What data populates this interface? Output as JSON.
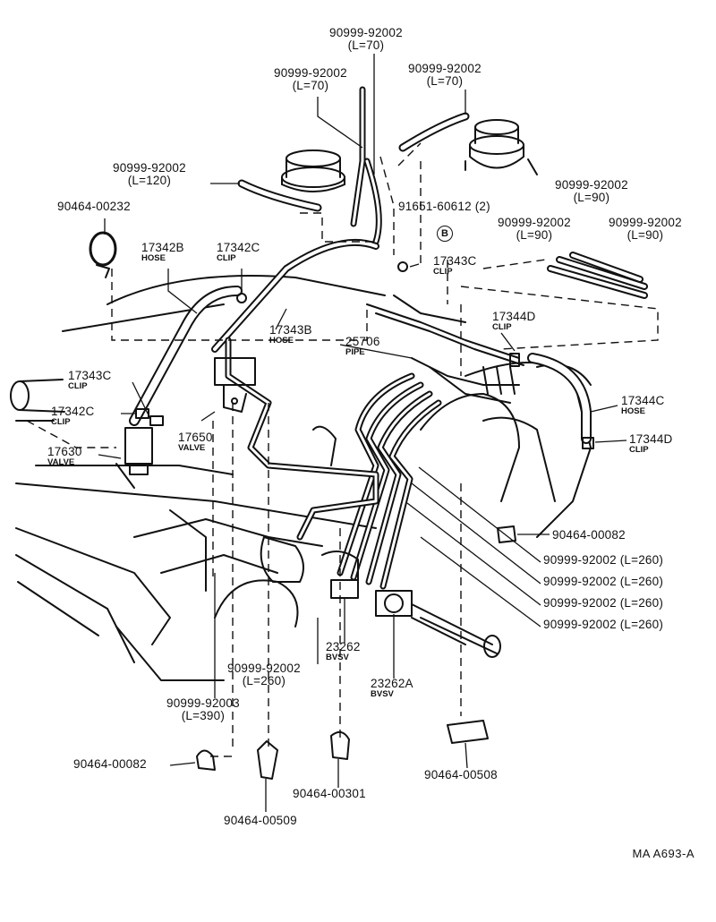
{
  "figure_code": "MA A693-A",
  "callouts": {
    "c01": {
      "part": "90999-92002",
      "spec": "(L=70)"
    },
    "c02": {
      "part": "90999-92002",
      "spec": "(L=70)"
    },
    "c03": {
      "part": "90999-92002",
      "spec": "(L=70)"
    },
    "c04": {
      "part": "90999-92002",
      "spec": "(L=120)"
    },
    "c05": {
      "part": "90464-00232"
    },
    "c06": {
      "part": "91651-60612 (2)"
    },
    "c06b": {
      "symbol": "B"
    },
    "c07": {
      "part": "90999-92002",
      "spec": "(L=90)"
    },
    "c08": {
      "part": "90999-92002",
      "spec": "(L=90)"
    },
    "c09": {
      "part": "90999-92002",
      "spec": "(L=90)"
    },
    "c10": {
      "part": "17342B",
      "name": "HOSE"
    },
    "c11": {
      "part": "17342C",
      "name": "CLIP"
    },
    "c12": {
      "part": "17343C",
      "name": "CLIP"
    },
    "c13": {
      "part": "17343B",
      "name": "HOSE"
    },
    "c14": {
      "part": "25706",
      "name": "PIPE"
    },
    "c15": {
      "part": "17344D",
      "name": "CLIP"
    },
    "c16": {
      "part": "17343C",
      "name": "CLIP"
    },
    "c17": {
      "part": "17342C",
      "name": "CLIP"
    },
    "c18": {
      "part": "17650",
      "name": "VALVE"
    },
    "c19": {
      "part": "17630",
      "name": "VALVE"
    },
    "c20": {
      "part": "17344C",
      "name": "HOSE"
    },
    "c21": {
      "part": "17344D",
      "name": "CLIP"
    },
    "c22": {
      "part": "90464-00082"
    },
    "c23": {
      "part": "90999-92002 (L=260)"
    },
    "c24": {
      "part": "90999-92002 (L=260)"
    },
    "c25": {
      "part": "90999-92002 (L=260)"
    },
    "c26": {
      "part": "90999-92002 (L=260)"
    },
    "c27": {
      "part": "23262",
      "name": "BVSV"
    },
    "c28": {
      "part": "23262A",
      "name": "BVSV"
    },
    "c29": {
      "part": "90999-92002",
      "spec": "(L=260)"
    },
    "c30": {
      "part": "90999-92003",
      "spec": "(L=390)"
    },
    "c31": {
      "part": "90464-00082"
    },
    "c32": {
      "part": "90464-00509"
    },
    "c33": {
      "part": "90464-00301"
    },
    "c34": {
      "part": "90464-00508"
    }
  }
}
